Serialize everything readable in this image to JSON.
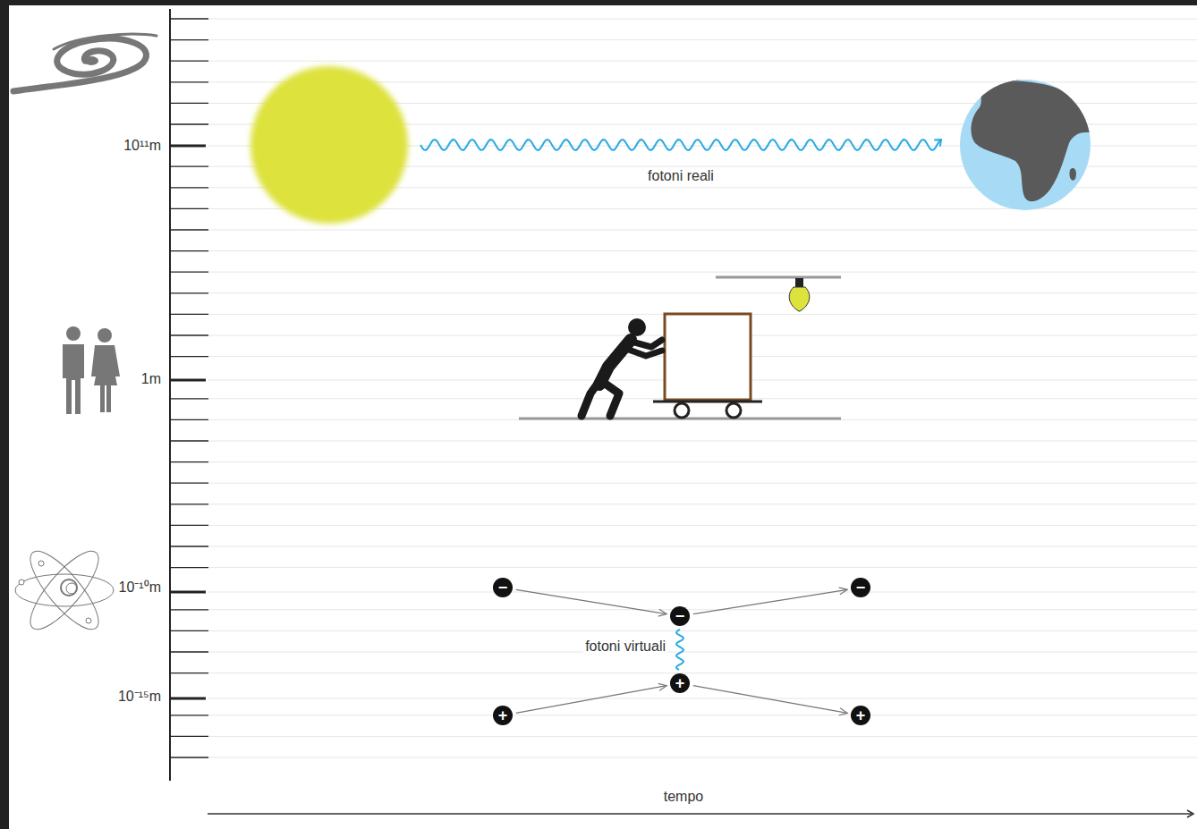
{
  "diagram": {
    "nodes": [
      {
        "text": [
          "−"
        ]
      },
      {
        "text": [
          "−"
        ]
      },
      {
        "text": [
          "−"
        ]
      },
      {
        "text": [
          "+"
        ]
      },
      {
        "text": [
          "+"
        ]
      },
      {
        "text": [
          "+"
        ]
      }
    ],
    "edges": [
      {
        "from": 0,
        "to": 1,
        "arrow": "to"
      },
      {
        "from": 1,
        "to": 2,
        "arrow": "to"
      },
      {
        "from": 3,
        "to": 4,
        "arrow": "to"
      },
      {
        "from": 4,
        "to": 5,
        "arrow": "to"
      },
      {
        "from": 1,
        "to": 4,
        "label": "fotoni virtuali",
        "arrow": "none"
      }
    ],
    "labels": [
      "10¹¹m",
      "1m",
      "10⁻¹⁰m",
      "10⁻¹⁵m",
      "fotoni reali",
      "tempo"
    ]
  }
}
